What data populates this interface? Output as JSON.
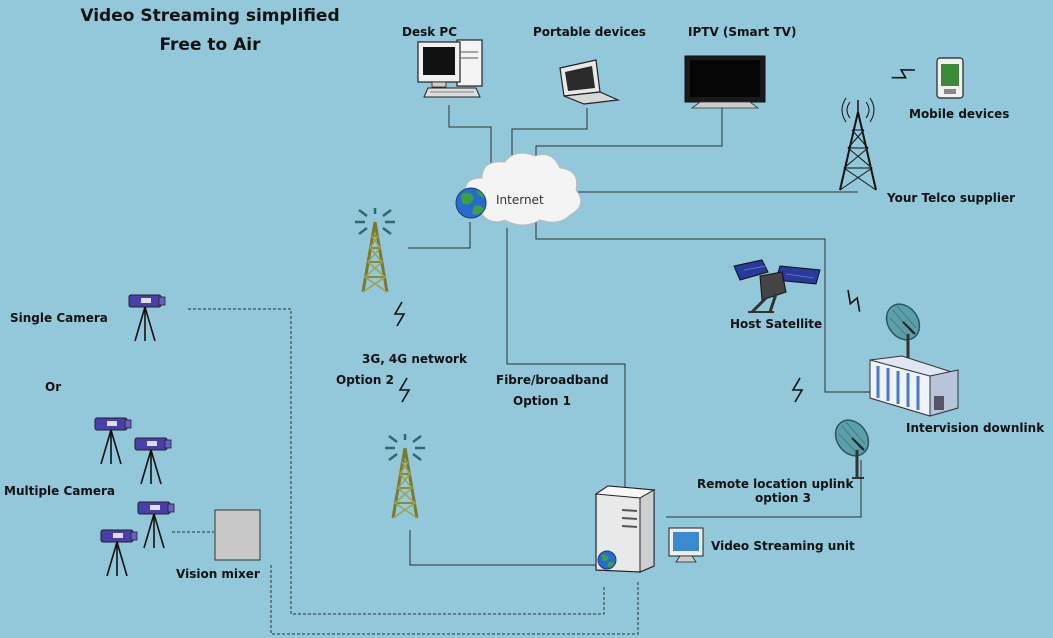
{
  "title": {
    "line1": "Video Streaming simplified",
    "line2": "Free to Air"
  },
  "nodes": {
    "desk_pc": "Desk PC",
    "portable": "Portable devices",
    "iptv": "IPTV (Smart TV)",
    "mobile": "Mobile devices",
    "telco": "Your Telco supplier",
    "internet": "Internet",
    "single_camera": "Single Camera",
    "or": "Or",
    "multiple_camera": "Multiple Camera",
    "vision_mixer": "Vision mixer",
    "network": "3G, 4G network",
    "option2": "Option 2",
    "fibre": "Fibre/broadband",
    "option1": "Option 1",
    "host_satellite": "Host Satellite",
    "intervision": "Intervision downlink",
    "remote_uplink": "Remote location uplink",
    "option3": "option 3",
    "streaming_unit": "Video Streaming unit"
  },
  "colors": {
    "background": "#92c8d9",
    "line": "#2f2f2f",
    "tower": "#8a8a3a",
    "camera": "#4a3fa8"
  }
}
